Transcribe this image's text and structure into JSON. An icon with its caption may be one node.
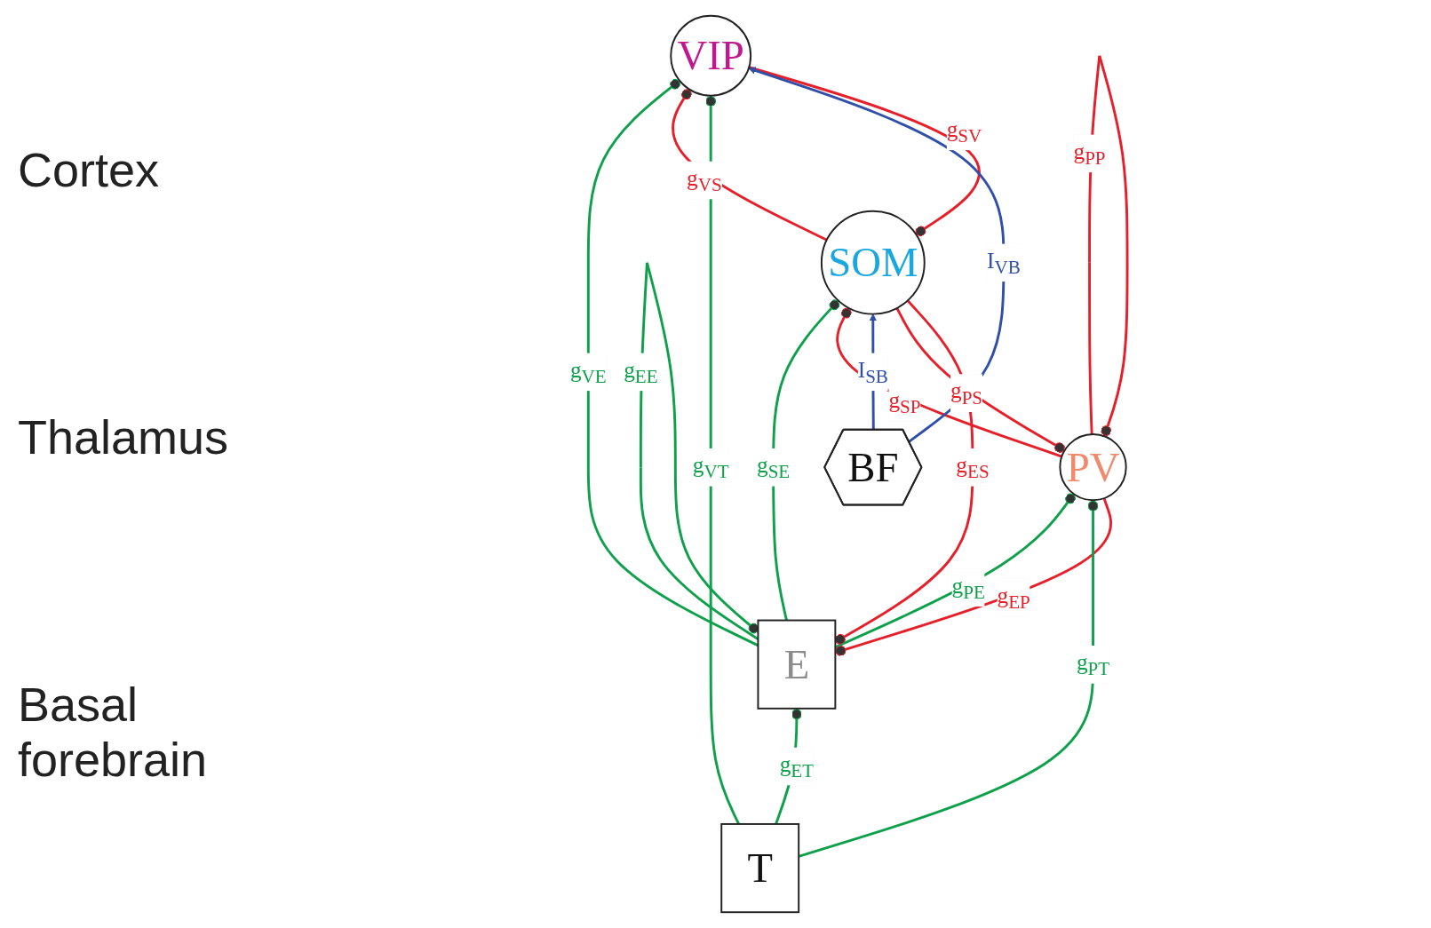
{
  "diagram": {
    "nodes": [
      {
        "text": [
          "E"
        ]
      },
      {
        "text": [
          "PV"
        ]
      },
      {
        "text": [
          "SOM"
        ]
      },
      {
        "text": [
          "VIP"
        ]
      },
      {
        "text": [
          "T"
        ]
      },
      {
        "text": [
          "BF"
        ]
      }
    ],
    "edges": [
      {
        "from": 0,
        "to": 0,
        "arrow": "other",
        "label": "g$_{EE}$",
        "color": "#0ea04b"
      },
      {
        "from": 0,
        "to": 1,
        "arrow": "other",
        "label": "g$_{PE}$",
        "color": "#0ea04b"
      },
      {
        "from": 0,
        "to": 2,
        "arrow": "other",
        "label": "g$_{SE}$",
        "color": "#0ea04b"
      },
      {
        "from": 0,
        "to": 3,
        "arrow": "other",
        "label": "g$_{VE}$",
        "color": "#0ea04b"
      },
      {
        "from": 1,
        "to": 2,
        "arrow": "other",
        "label": "g$_{SP}$",
        "color": "#e5202a"
      },
      {
        "from": 2,
        "to": 3,
        "arrow": "other",
        "label": "g$_{VS}$",
        "color": "#e5202a"
      },
      {
        "from": 1,
        "to": 1,
        "arrow": "other",
        "label": "g$_{PP}$",
        "color": "#e5202a"
      },
      {
        "from": 1,
        "to": 0,
        "arrow": "other",
        "label": "g$_{EP}$",
        "color": "#e5202a"
      },
      {
        "from": 2,
        "to": 1,
        "arrow": "other",
        "label": "g$_{PS}$",
        "color": "#e5202a"
      },
      {
        "from": 2,
        "to": 0,
        "arrow": "other",
        "label": "g$_{ES}$",
        "color": "#e5202a"
      },
      {
        "from": 3,
        "to": 2,
        "arrow": "other",
        "label": "g$_{SV}$",
        "color": "#e5202a"
      },
      {
        "from": 4,
        "to": 0,
        "arrow": "other",
        "label": "g$_{ET}$",
        "color": "#0ea04b"
      },
      {
        "from": 4,
        "to": 1,
        "arrow": "other",
        "label": "g$_{PT}$",
        "color": "#0ea04b"
      },
      {
        "from": 4,
        "to": 3,
        "arrow": "other",
        "label": "g$_{VT}$",
        "color": "#0ea04b"
      },
      {
        "from": 5,
        "to": 2,
        "arrow": "to",
        "label": "I$_{SB}$",
        "color": "#2f4fa8"
      },
      {
        "from": 5,
        "to": 3,
        "arrow": "to",
        "label": "I$_{VB}$",
        "color": "#2f4fa8"
      }
    ],
    "labels": [
      "Cortex",
      "Thalamus",
      "Basal forebrain"
    ]
  }
}
